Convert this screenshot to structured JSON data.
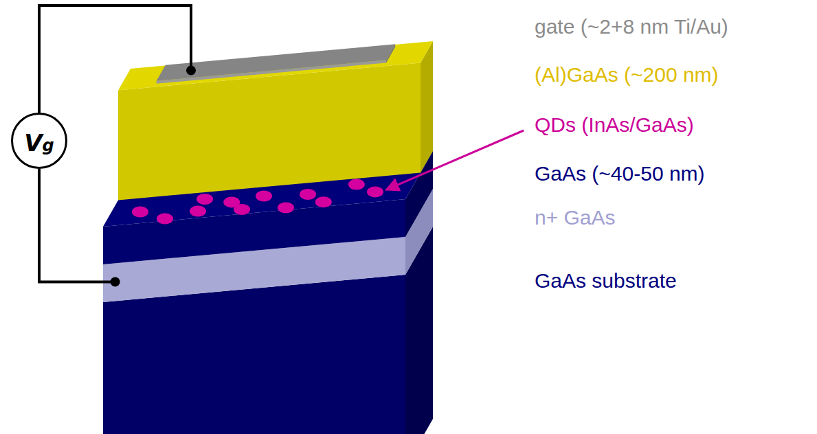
{
  "diagram": {
    "nodes": [
      {
        "text": [
          "Vg"
        ]
      }
    ],
    "labels": [
      "gate (~2+8 nm Ti/Au)",
      "(Al)GaAs (~200 nm)",
      "QDs (InAs/GaAs)",
      "GaAs (~40-50 nm)",
      "n+ GaAs",
      "GaAs substrate"
    ]
  }
}
